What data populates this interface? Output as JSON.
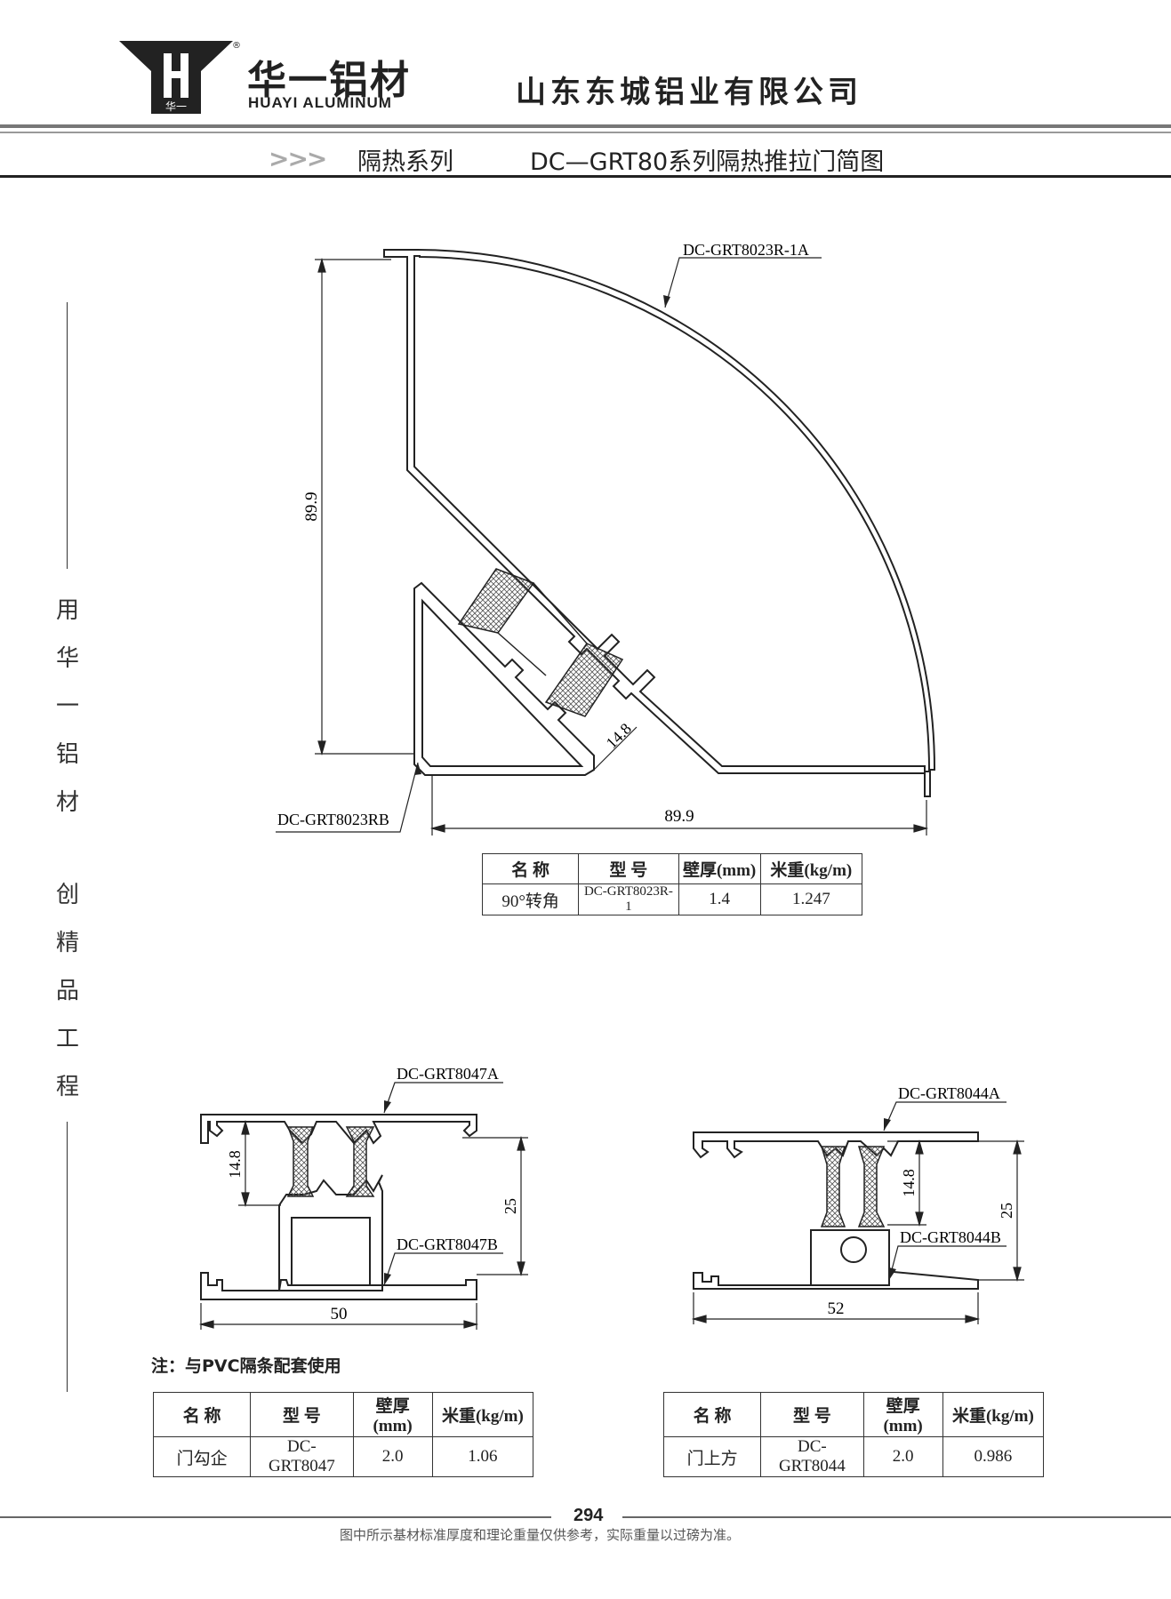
{
  "header": {
    "logo_mark": "华一",
    "logo_cn": "华一铝材",
    "logo_en": "HUAYI ALUMINUM",
    "company": "山东东城铝业有限公司",
    "arrows": ">>>",
    "series": "隔热系列",
    "title": "DC—GRT80系列隔热推拉门简图"
  },
  "sidebar": {
    "chars": [
      "用",
      "华",
      "一",
      "铝",
      "材",
      "创",
      "精",
      "品",
      "工",
      "程"
    ]
  },
  "drawing_corner": {
    "label_top": "DC-GRT8023R-1A",
    "label_bottom": "DC-GRT8023RB",
    "dim_height": "89.9",
    "dim_width": "89.9",
    "dim_strip": "14.8"
  },
  "table_corner": {
    "headers": [
      "名 称",
      "型 号",
      "壁厚(mm)",
      "米重(kg/m)"
    ],
    "row": [
      "90°转角",
      "DC-GRT8023R-1",
      "1.4",
      "1.247"
    ]
  },
  "drawing_8047": {
    "label_top": "DC-GRT8047A",
    "label_bottom": "DC-GRT8047B",
    "dim_strip": "14.8",
    "dim_height": "25",
    "dim_width": "50"
  },
  "drawing_8044": {
    "label_top": "DC-GRT8044A",
    "label_bottom": "DC-GRT8044B",
    "dim_strip": "14.8",
    "dim_height": "25",
    "dim_width": "52"
  },
  "note": "注：与PVC隔条配套使用",
  "table_8047": {
    "headers": [
      "名 称",
      "型 号",
      "壁厚(mm)",
      "米重(kg/m)"
    ],
    "row": [
      "门勾企",
      "DC-GRT8047",
      "2.0",
      "1.06"
    ]
  },
  "table_8044": {
    "headers": [
      "名 称",
      "型 号",
      "壁厚(mm)",
      "米重(kg/m)"
    ],
    "row": [
      "门上方",
      "DC-GRT8044",
      "2.0",
      "0.986"
    ]
  },
  "page_number": "294",
  "footer": "图中所示基材标准厚度和理论重量仅供参考，实际重量以过磅为准。"
}
